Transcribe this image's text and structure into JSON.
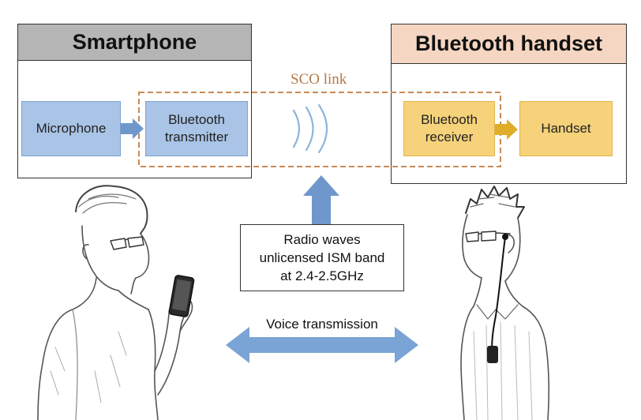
{
  "smartphone": {
    "title": "Smartphone"
  },
  "handset_panel": {
    "title": "Bluetooth handset"
  },
  "blocks": {
    "microphone": "Microphone",
    "bt_transmitter": [
      "Bluetooth",
      "transmitter"
    ],
    "bt_receiver": [
      "Bluetooth",
      "receiver"
    ],
    "handset": "Handset"
  },
  "sco_link": "SCO link",
  "radio": {
    "lines": [
      "Radio waves",
      "unlicensed ISM band",
      "at 2.4-2.5GHz"
    ]
  },
  "voice": "Voice transmission",
  "colors": {
    "blue_block": "#a9c4e6",
    "yellow_block": "#f6d27a",
    "header_gray": "#b5b5b5",
    "header_peach": "#f5d6c2",
    "sco_dashed": "#c98a55",
    "arrow_blue": "#6f97cc"
  }
}
